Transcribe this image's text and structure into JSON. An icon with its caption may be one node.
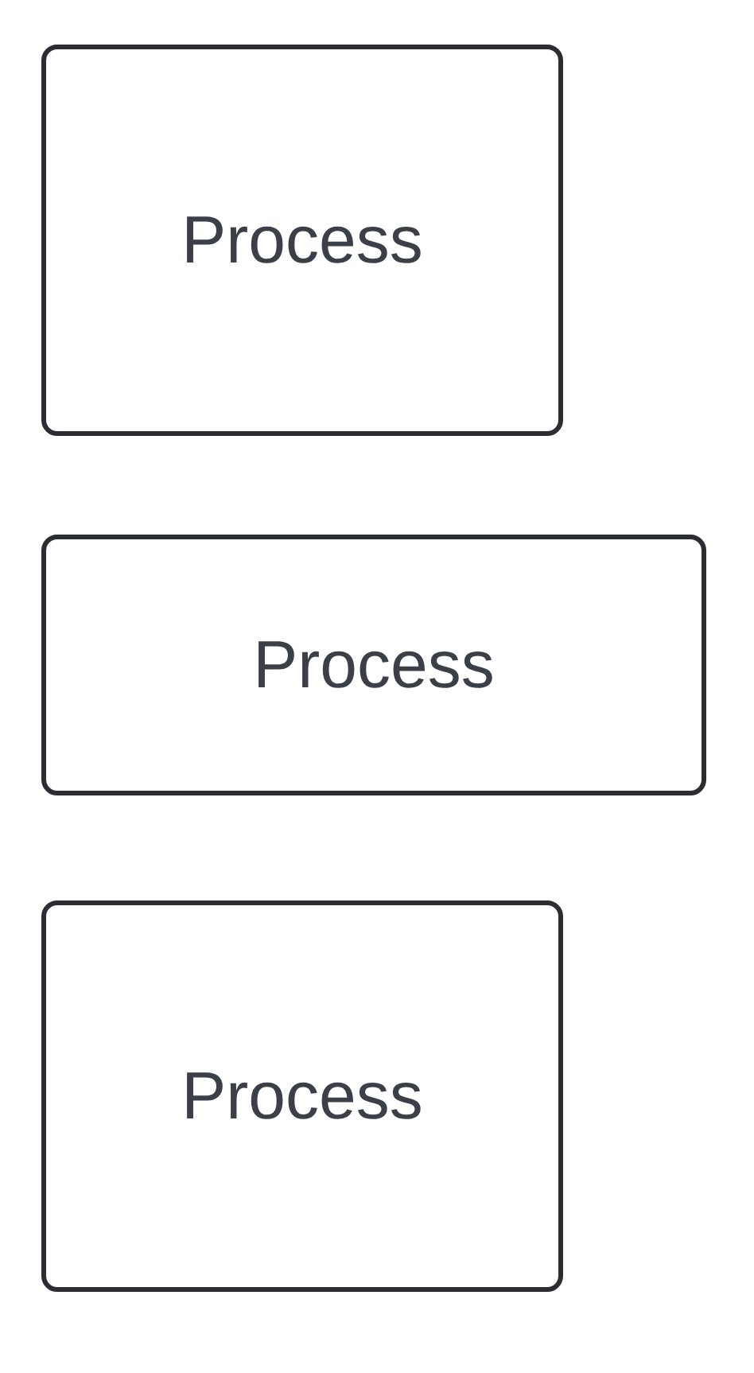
{
  "diagram": {
    "nodes": [
      {
        "text": [
          "Process"
        ]
      },
      {
        "text": [
          "Process"
        ]
      },
      {
        "text": [
          "Process"
        ]
      }
    ]
  }
}
